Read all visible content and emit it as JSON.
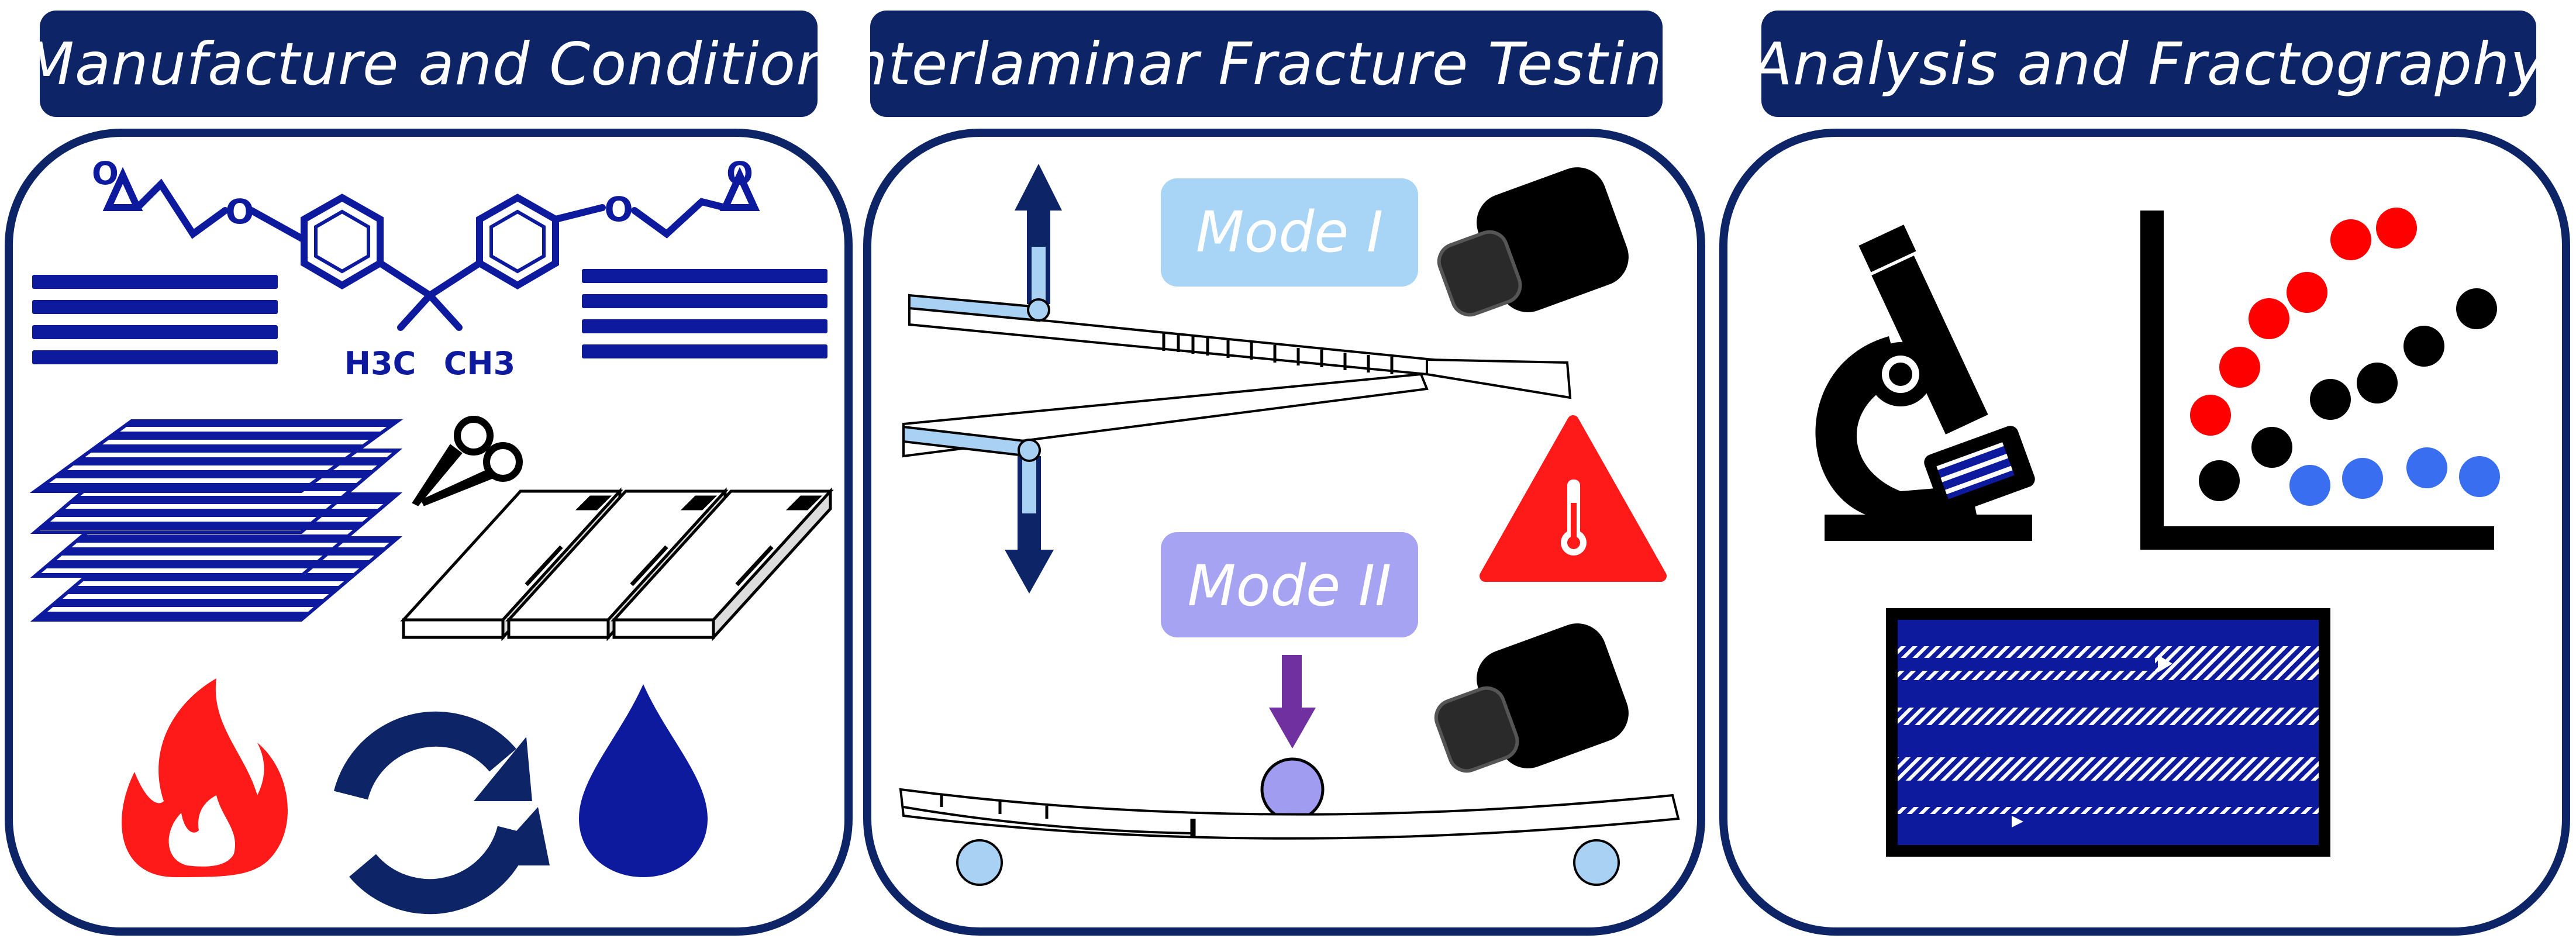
{
  "panels": [
    {
      "title": "Manufacture and Condition"
    },
    {
      "title": "Interlaminar Fracture Testing"
    },
    {
      "title": "Analysis and Fractography"
    }
  ],
  "chemistry": {
    "oxygen": "O",
    "methyl_left": "H3C",
    "methyl_right": "CH3"
  },
  "modes": {
    "mode1": "Mode I",
    "mode2": "Mode II"
  },
  "colors": {
    "navy": "#0d2566",
    "mode1_box": "#a8d4f5",
    "mode2_box": "#a6a3f2",
    "fire_red": "#ff1a1a",
    "water_blue": "#0d1a9e",
    "pin_blue": "#a9d1f3",
    "roller_purple": "#a09df0",
    "arrow_purple": "#7030a0"
  },
  "icons": [
    "flame-icon",
    "cycle-arrows-icon",
    "water-drop-icon",
    "scissors-icon",
    "camera-icon",
    "temperature-warning-icon",
    "microscope-icon"
  ]
}
